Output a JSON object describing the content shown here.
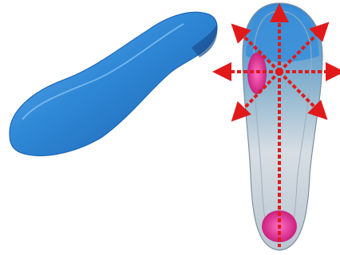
{
  "colors": {
    "background": "#ffffff",
    "insole_blue": "#2f88d6",
    "insole_blue_dark": "#1a5fae",
    "insole_blue_light": "#6fb6f0",
    "pad_magenta": "#e0248f",
    "arrow_red": "#e01a1a",
    "bottom_view_grey": "#cfd8df"
  },
  "icons": [
    "insole-side-view",
    "insole-bottom-view",
    "pressure-distribution-arrows"
  ]
}
